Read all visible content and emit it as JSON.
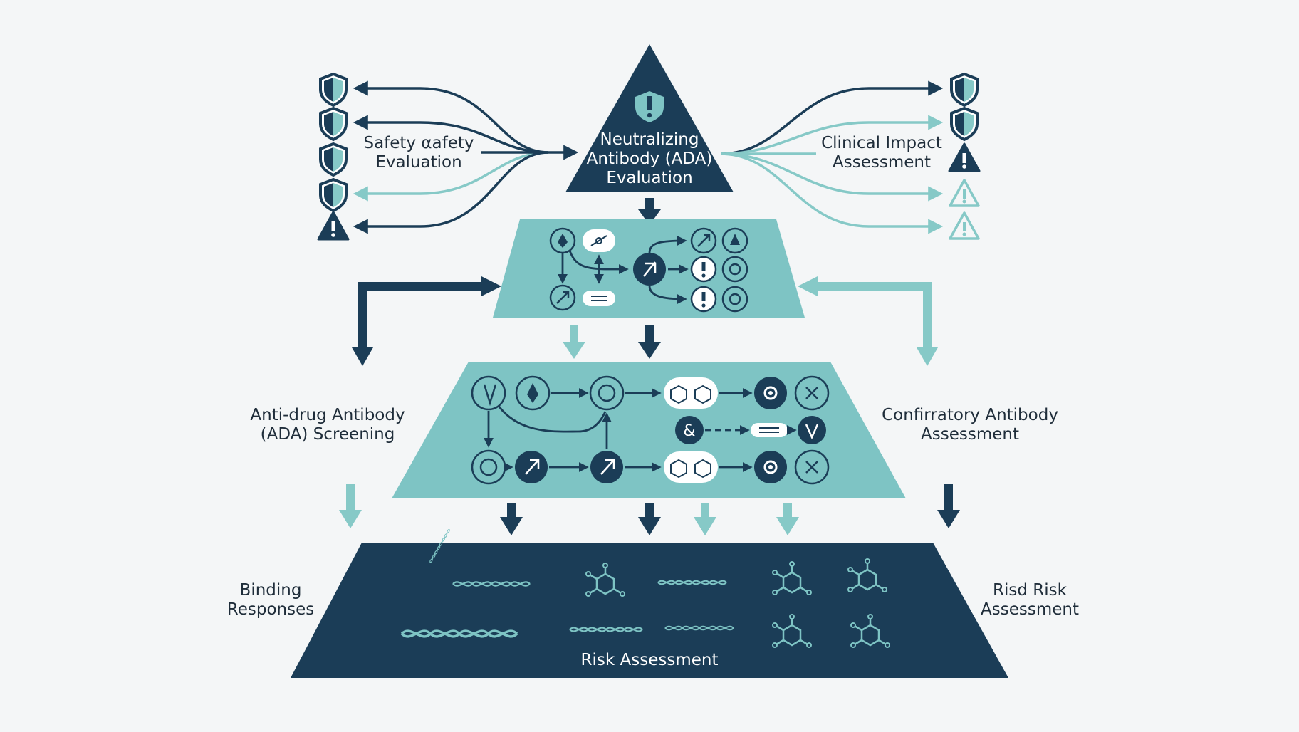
{
  "apex": {
    "line1": "Neutralizing",
    "line2": "Antibody (ADA)",
    "line3": "Evaluation"
  },
  "left_top": {
    "line1": "Safety αafety",
    "line2": "Evaluation"
  },
  "right_top": {
    "line1": "Clinical Impact",
    "line2": "Assessment"
  },
  "left_mid": {
    "line1": "Anti-drug Antibody",
    "line2": "(ADA) Screening"
  },
  "right_mid": {
    "line1": "Confirratory Antibody",
    "line2": "Assessment"
  },
  "left_bottom": {
    "line1": "Binding",
    "line2": "Responses"
  },
  "right_bottom": {
    "line1": "Risd Risk",
    "line2": "Assessment"
  },
  "base": {
    "title": "Risk Assessment"
  },
  "colors": {
    "navy": "#1b3d57",
    "teal": "#7ec4c4",
    "light_teal": "#86c9c7",
    "background": "#f4f6f7"
  },
  "icons": {
    "left_column": [
      "shield-icon",
      "shield-icon",
      "shield-icon",
      "shield-icon",
      "warning-icon"
    ],
    "right_column": [
      "shield-icon",
      "shield-icon",
      "warning-icon",
      "warning-outline-icon",
      "warning-outline-icon"
    ]
  }
}
